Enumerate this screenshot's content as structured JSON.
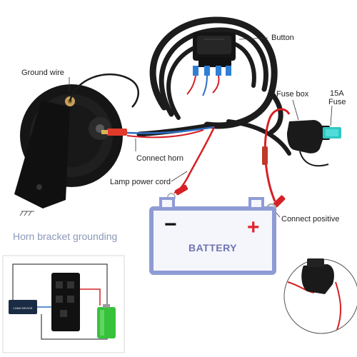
{
  "labels": {
    "button": "Button",
    "ground_wire": "Ground wire",
    "fuse_box": "Fuse box",
    "fuse_rating": "15A",
    "fuse": "Fuse",
    "connect_horn": "Connect horn",
    "lamp_power_cord": "Lamp power cord",
    "connect_positive": "Connect positive",
    "horn_bracket_grounding": "Horn bracket grounding"
  },
  "battery": {
    "label": "BATTERY",
    "minus": "−",
    "plus": "+"
  },
  "inset": {
    "load_device": "LOAD DEVICE"
  },
  "colors": {
    "battery_outline": "#8f9bd4",
    "battery_text": "#6f73b0",
    "plus_red": "#e0262e",
    "wire_red": "#d62025",
    "wire_blue": "#2f6fc4",
    "sleeve_black": "#1c1c1c",
    "fuse_teal": "#2ec8c4"
  }
}
